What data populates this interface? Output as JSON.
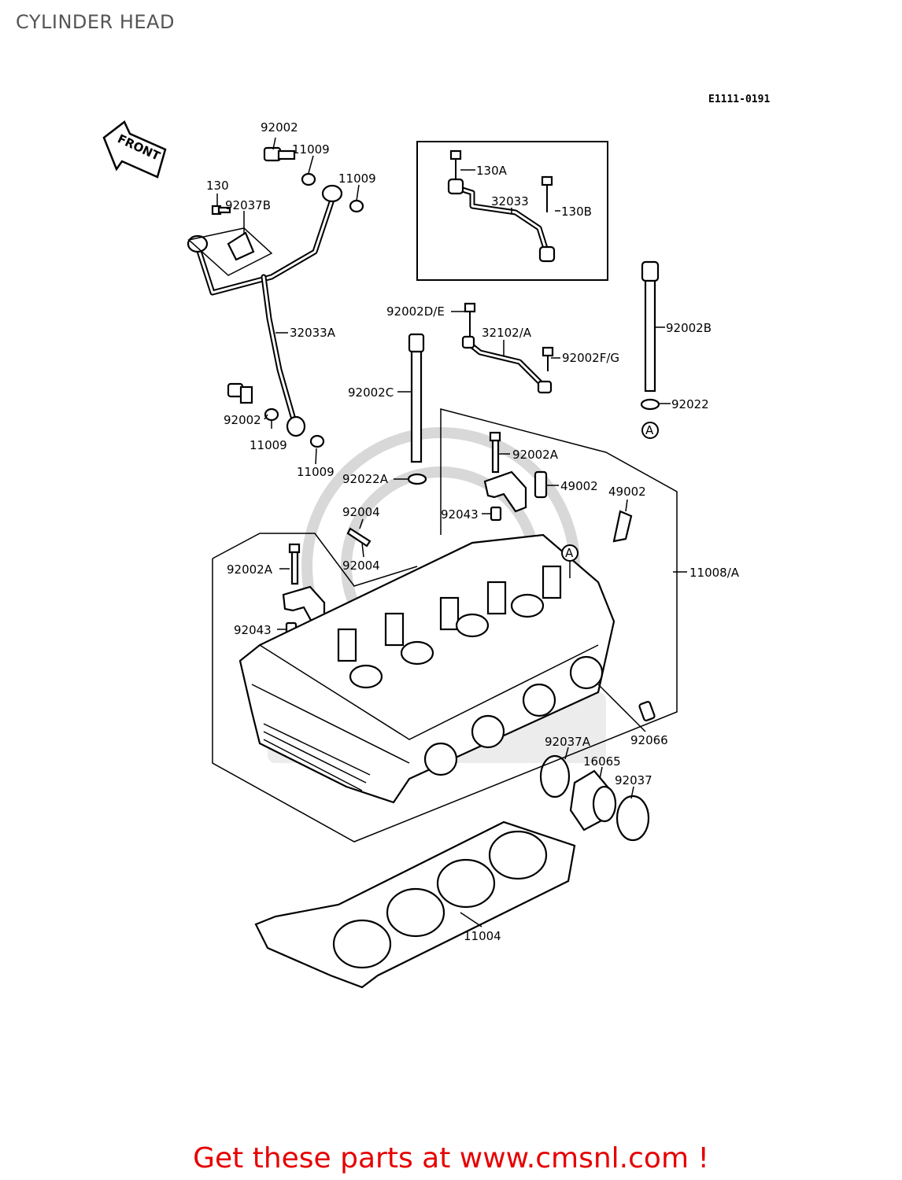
{
  "page": {
    "title": "CYLINDER HEAD",
    "diagram_code": "E1111-0191"
  },
  "front_arrow": {
    "text": "FRONT"
  },
  "callouts": {
    "l92002_top": "92002",
    "l11009_a": "11009",
    "l11009_b": "11009",
    "l130": "130",
    "l92037B": "92037B",
    "l130A": "130A",
    "l32033": "32033",
    "l130B": "130B",
    "l32033A": "32033A",
    "l92002DE": "92002D/E",
    "l32102A": "32102/A",
    "l92002FG": "92002F/G",
    "l92002B": "92002B",
    "l92002C": "92002C",
    "l92022": "92022",
    "l92002_mid": "92002",
    "l11009_c": "11009",
    "l11009_d": "11009",
    "l92002A_r": "92002A",
    "l49002_a": "49002",
    "l49002_b": "49002",
    "l92022A": "92022A",
    "l92004_a": "92004",
    "l92043_r": "92043",
    "l92004_b": "92004",
    "l92002A_l": "92002A",
    "l11008A": "11008/A",
    "l92043_l": "92043",
    "l92066": "92066",
    "l92037A": "92037A",
    "l16065": "16065",
    "l92037": "92037",
    "l11004": "11004",
    "ref_a1": "A",
    "ref_a2": "A"
  },
  "footer": {
    "text": "Get these parts at www.cmsnl.com !",
    "color": "#e60000"
  },
  "icons": [
    "front-arrow-icon",
    "watermark-logo-icon"
  ]
}
